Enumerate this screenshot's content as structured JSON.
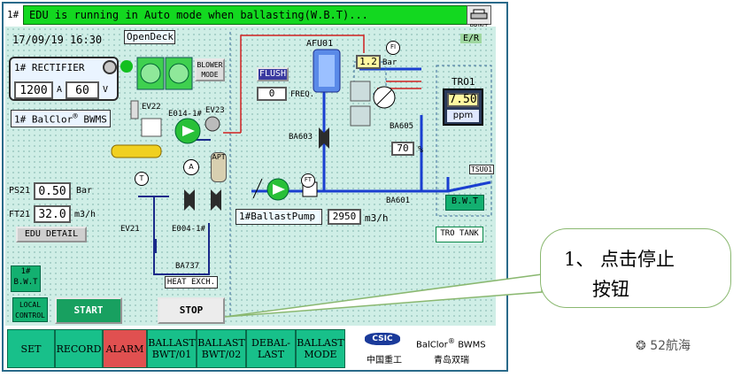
{
  "header": {
    "unit": "1#",
    "message": "EDU is running in Auto mode when ballasting(W.B.T)...",
    "print_label": "PRINT"
  },
  "status": {
    "datetime": "17/09/19 16:30",
    "deck": "OpenDeck",
    "mode_tag": "E/R"
  },
  "rectifier": {
    "title": "1# RECTIFIER",
    "current": "1200",
    "current_unit": "A",
    "voltage": "60",
    "voltage_unit": "V"
  },
  "blower": {
    "label": "BLOWER MODE"
  },
  "system_name": {
    "prefix": "1# BalClor",
    "reg": "®",
    "suffix": " BWMS"
  },
  "valves": {
    "ev22": "EV22",
    "ev23": "EV23",
    "e014": "E014-1#",
    "ev21": "EV21",
    "e004": "E004-1#",
    "ba737": "BA737",
    "ba603": "BA603",
    "ba605": "BA605",
    "ba601": "BA601"
  },
  "heat_exch": "HEAT EXCH.",
  "apt": "APT",
  "sensors": {
    "t": "T",
    "a": "A",
    "ft": "FT",
    "fi": "FI"
  },
  "ps21": {
    "label": "PS21",
    "value": "0.50",
    "unit": "Bar"
  },
  "ft21": {
    "label": "FT21",
    "value": "32.0",
    "unit": "m3/h"
  },
  "edu_detail": "EDU DETAIL",
  "flush": {
    "label": "FLUSH",
    "value": "0",
    "freq": "FREQ."
  },
  "afu": {
    "label": "AFU01",
    "pressure": "1.2",
    "unit": "Bar"
  },
  "tro": {
    "label": "TRO1",
    "value": "7.50",
    "unit": "ppm"
  },
  "tsu01": "TSU01",
  "ba605_value": "70",
  "ba605_unit": "%",
  "ballast_pump": {
    "label": "1#BallastPump",
    "value": "2950",
    "unit": "m3/h"
  },
  "bwt_right": "B.W.T",
  "tro_tank": "TRO TANK",
  "bwt_left": {
    "line1": "1#",
    "line2": "B.W.T"
  },
  "controls": {
    "local": "LOCAL CONTROL",
    "start": "START",
    "stop": "STOP"
  },
  "tabs": [
    {
      "label": "SET"
    },
    {
      "label": "RECORD"
    },
    {
      "label": "ALARM"
    },
    {
      "label": "BALLAST BWT/01"
    },
    {
      "label": "BALLAST BWT/02"
    },
    {
      "label": "DEBAL- LAST"
    },
    {
      "label": "BALLAST MODE"
    }
  ],
  "logo": {
    "brand": "CSIC",
    "company": "中国重工",
    "product": "BalClor",
    "reg": "®",
    "bwms": "BWMS",
    "maker": "青岛双瑞"
  },
  "callout": {
    "line1": "1、 点击停止",
    "line2": "按钮"
  },
  "watermark": "52航海",
  "colors": {
    "accent_green": "#13d820",
    "alarm_red": "#e05050",
    "tab_green": "#18c08a",
    "pipe_blue": "#1a3fd0"
  }
}
